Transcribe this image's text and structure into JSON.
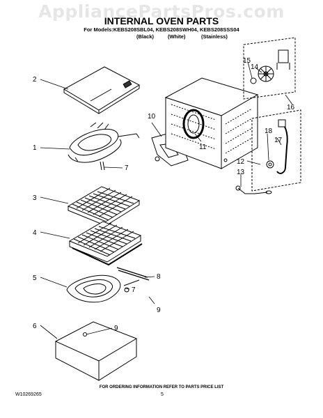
{
  "watermark": "AppliancePartsPros.com",
  "header": {
    "title": "INTERNAL OVEN PARTS",
    "models_line": "For Models:KEBS208SBL04, KEBS208SWH04, KEBS208SSS04",
    "finishes": [
      "(Black)",
      "(White)",
      "(Stainless)"
    ]
  },
  "callouts": [
    "1",
    "2",
    "3",
    "4",
    "5",
    "6",
    "7",
    "7",
    "7",
    "8",
    "9",
    "9",
    "10",
    "11",
    "12",
    "13",
    "14",
    "15",
    "16",
    "17",
    "18"
  ],
  "footer": {
    "order_note": "FOR ORDERING INFORMATION REFER TO PARTS PRICE LIST",
    "doc_number": "W10269265",
    "page_number": "5"
  }
}
